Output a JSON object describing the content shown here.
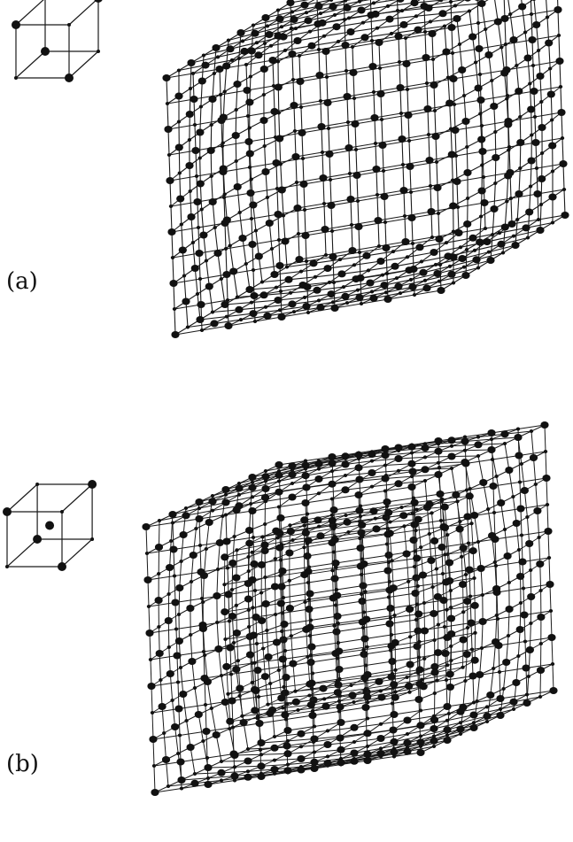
{
  "figure": {
    "panels": [
      {
        "label": "(a)",
        "lattice_subdivisions": 10,
        "inner_cubes": 0
      },
      {
        "label": "(b)",
        "lattice_subdivisions": 10,
        "inner_cubes": 1
      }
    ],
    "colors": {
      "line": "#1a1a1a",
      "node": "#111111",
      "background": "#ffffff"
    }
  }
}
